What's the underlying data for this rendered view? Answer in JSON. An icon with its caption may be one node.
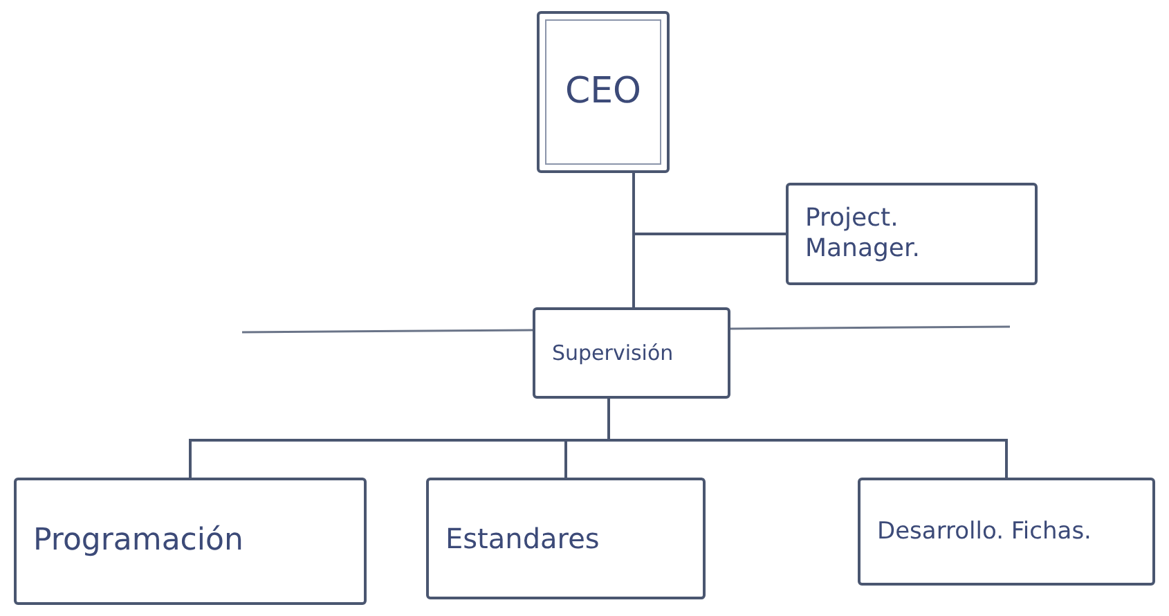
{
  "diagram": {
    "nodes": [
      {
        "text": [
          "CEO"
        ]
      },
      {
        "text": [
          "Project. Manager."
        ]
      },
      {
        "text": [
          "Supervisión"
        ]
      },
      {
        "text": [
          "Programación"
        ]
      },
      {
        "text": [
          "Estandares"
        ]
      },
      {
        "text": [
          "Desarrollo. Fichas."
        ]
      }
    ],
    "edges": [
      {
        "from": 0,
        "to": 2,
        "arrow": "none"
      },
      {
        "from": 0,
        "to": 1,
        "arrow": "none"
      },
      {
        "from": 2,
        "to": 3,
        "arrow": "none"
      },
      {
        "from": 2,
        "to": 4,
        "arrow": "none"
      },
      {
        "from": 2,
        "to": 5,
        "arrow": "none"
      }
    ]
  }
}
